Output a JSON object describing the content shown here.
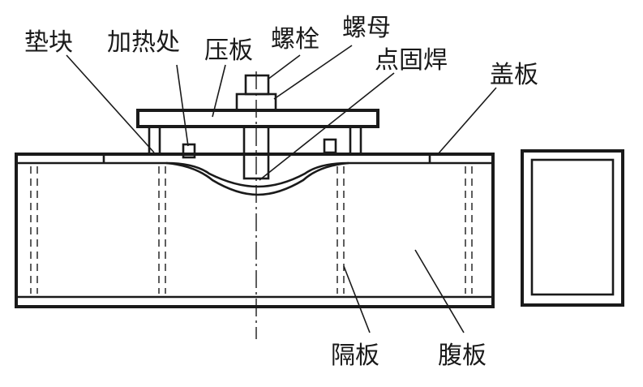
{
  "labels": {
    "shim_block": "垫块",
    "heating_zone": "加热处",
    "pressure_plate": "压板",
    "bolt": "螺栓",
    "nut": "螺母",
    "tack_weld": "点固焊",
    "cover_plate": "盖板",
    "diaphragm": "隔板",
    "web_plate": "腹板"
  }
}
